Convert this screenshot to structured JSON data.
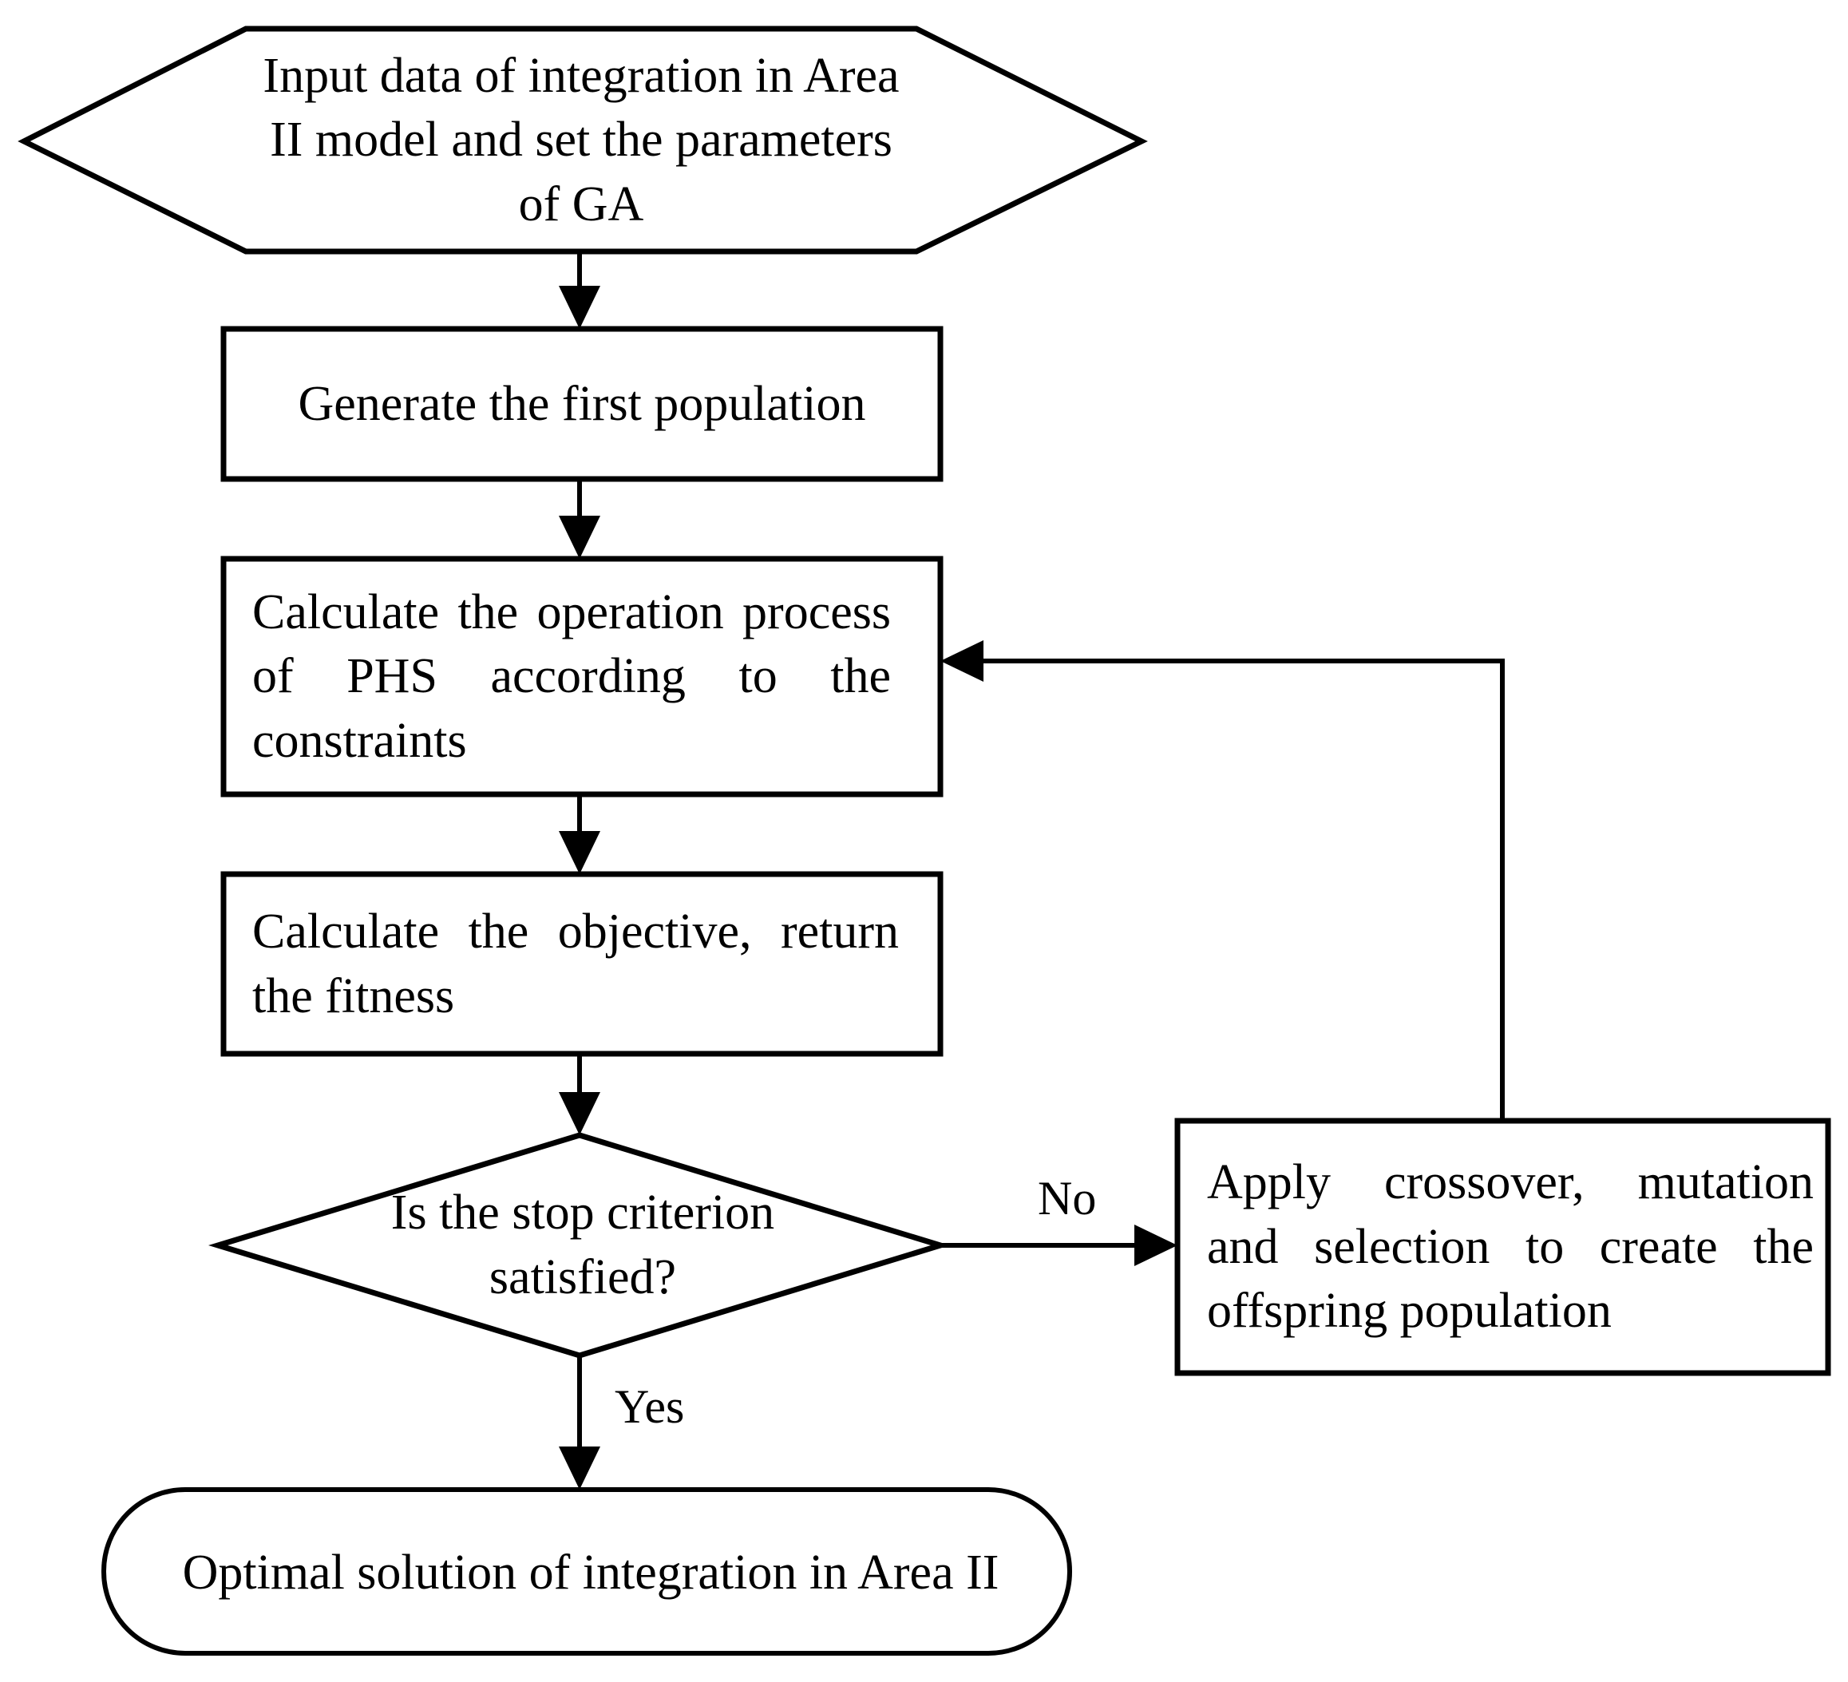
{
  "diagram": {
    "title": "Genetic algorithm flowchart for integration in Area II",
    "type": "flowchart",
    "background_color": "#ffffff",
    "line_color": "#000000",
    "text_color": "#000000",
    "nodes": [
      {
        "id": "start",
        "shape": "hexagon",
        "role": "terminator-input",
        "text": "Input data of integration in Area II model and set the parameters of GA",
        "lines": [
          "Input data of integration in",
          "Area II model and set the",
          "parameters of GA"
        ]
      },
      {
        "id": "generate",
        "shape": "rectangle",
        "role": "process",
        "text": "Generate the first population",
        "lines": [
          "Generate the first population"
        ]
      },
      {
        "id": "calculate-operation",
        "shape": "rectangle",
        "role": "process",
        "text": "Calculate the operation process of PHS according to the constraints",
        "lines": [
          "Calculate the operation",
          "process of PHS according to",
          "the constraints"
        ]
      },
      {
        "id": "calculate-objective",
        "shape": "rectangle",
        "role": "process",
        "text": "Calculate the objective, return the fitness",
        "lines": [
          "Calculate the objective, return",
          "the fitness"
        ]
      },
      {
        "id": "stop-criterion",
        "shape": "diamond",
        "role": "decision",
        "text": "Is the stop criterion satisfied?",
        "lines": [
          "Is the stop",
          "criterion",
          "satisfied?"
        ]
      },
      {
        "id": "apply-operators",
        "shape": "rectangle",
        "role": "process",
        "text": "Apply crossover, mutation and selection to create the offspring population",
        "lines": [
          "Apply crossover, mutation",
          "and selection to create the",
          "offspring population"
        ]
      },
      {
        "id": "optimal-solution",
        "shape": "stadium",
        "role": "terminator-output",
        "text": "Optimal solution of integration in Area II",
        "lines": [
          "Optimal solution of integration in",
          "Area II"
        ]
      }
    ],
    "edges": [
      {
        "id": "e1",
        "from": "start",
        "to": "generate",
        "label": "",
        "direction": "down"
      },
      {
        "id": "e2",
        "from": "generate",
        "to": "calculate-operation",
        "label": "",
        "direction": "down"
      },
      {
        "id": "e3",
        "from": "calculate-operation",
        "to": "calculate-objective",
        "label": "",
        "direction": "down"
      },
      {
        "id": "e4",
        "from": "calculate-objective",
        "to": "stop-criterion",
        "label": "",
        "direction": "down"
      },
      {
        "id": "e5",
        "from": "stop-criterion",
        "to": "apply-operators",
        "label": "No",
        "direction": "right"
      },
      {
        "id": "e6",
        "from": "stop-criterion",
        "to": "optimal-solution",
        "label": "Yes",
        "direction": "down"
      },
      {
        "id": "e7",
        "from": "apply-operators",
        "to": "calculate-operation",
        "label": "",
        "direction": "loop-back-left"
      }
    ],
    "edge_labels": {
      "no": "No",
      "yes": "Yes"
    }
  }
}
